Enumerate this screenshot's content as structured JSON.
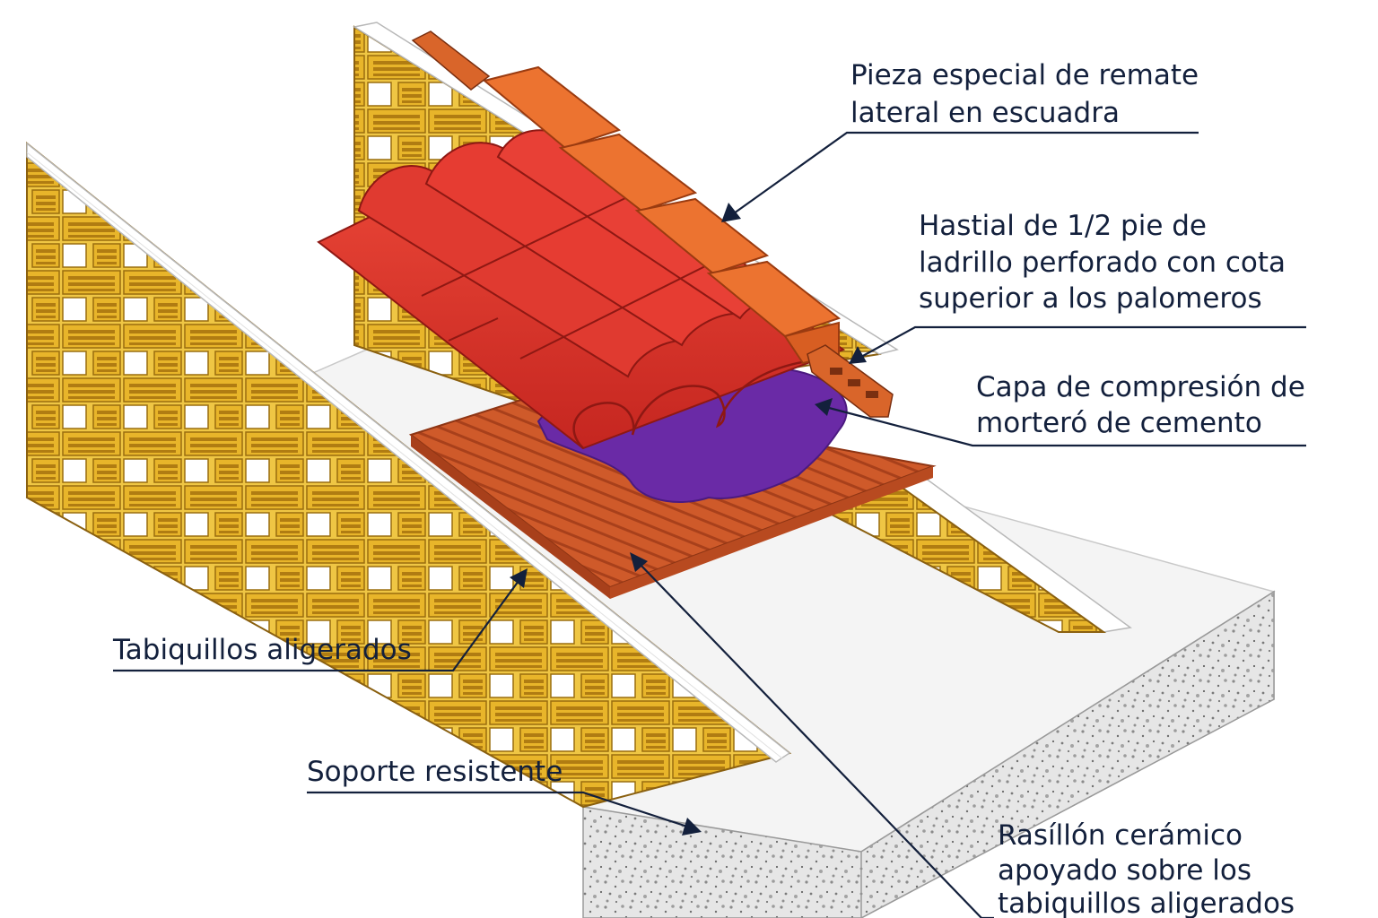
{
  "labels": {
    "pieza_especial": [
      "Pieza especial de remate",
      "lateral en escuadra"
    ],
    "hastial": [
      "Hastial de 1/2 pie de",
      "ladrillo perforado con cota",
      "superior a los palomeros"
    ],
    "capa_compresion": [
      "Capa de compresión de",
      "morteró de cemento"
    ],
    "tabiquillos": [
      "Tabiquillos aligerados"
    ],
    "soporte": [
      "Soporte resistente"
    ],
    "rasillon": [
      "Rasíllón cerámico",
      "apoyado sobre los",
      "tabiquillos aligerados"
    ]
  },
  "colors": {
    "brick_yellow": "#e8b52a",
    "brick_dark": "#b07c12",
    "tile_red": "#d9302a",
    "tile_dark": "#9e1c17",
    "ridge_orange": "#ec7330",
    "rasillon": "#cf5a2a",
    "mortar_purple": "#6a2aa6",
    "slab_gray": "#d8d8d8",
    "leader_navy": "#13203c"
  }
}
